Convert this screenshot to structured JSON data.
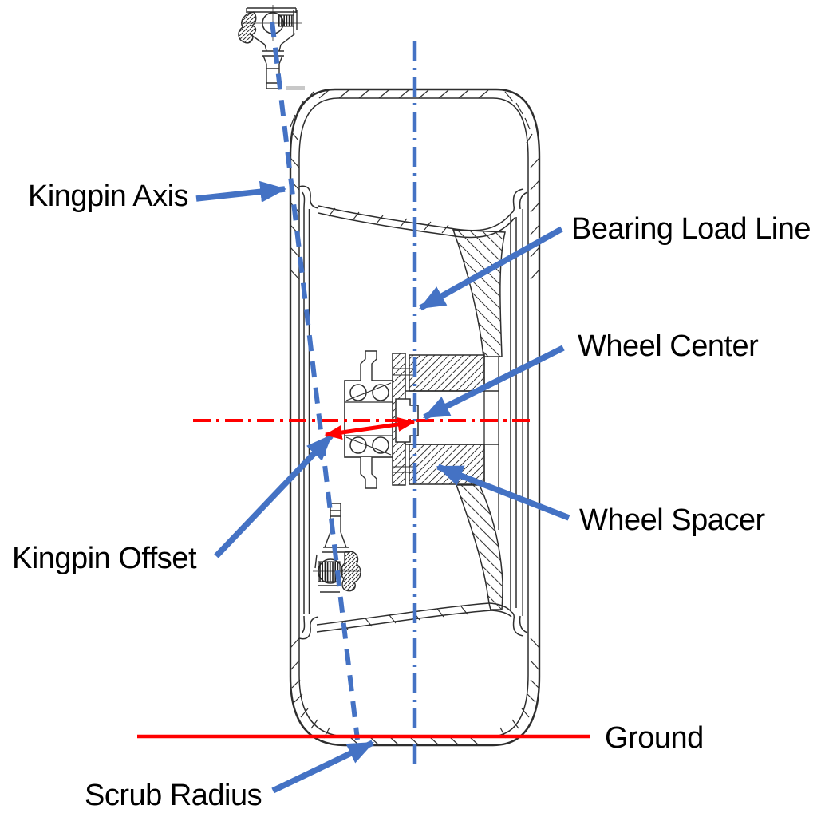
{
  "colors": {
    "callout_blue": "#4472C4",
    "dimension_red": "#FF0000",
    "line_art": "#2E2E2E",
    "label_text": "#000000",
    "background": "#FFFFFF"
  },
  "labels": {
    "kingpin_axis": "Kingpin Axis",
    "bearing_load_line": "Bearing Load Line",
    "wheel_center": "Wheel Center",
    "wheel_spacer": "Wheel Spacer",
    "kingpin_offset": "Kingpin Offset",
    "scrub_radius": "Scrub Radius",
    "ground": "Ground"
  }
}
